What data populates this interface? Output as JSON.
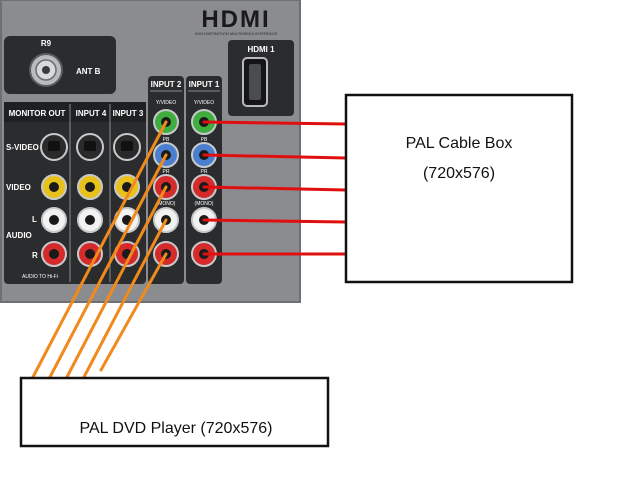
{
  "panel": {
    "hdmi_logo": "HDMI",
    "hdmi_tagline": "HIGH-DEFINITION MULTIMEDIA INTERFACE",
    "hdmi_port_label": "HDMI 1",
    "antenna_port_label": "R9",
    "antenna_label": "ANT B",
    "sections": {
      "monitor_out": "MONITOR OUT",
      "input4": "INPUT 4",
      "input3": "INPUT 3",
      "input2": "INPUT 2",
      "input1": "INPUT 1"
    },
    "yvideo_label": "Y/VIDEO",
    "row_labels": {
      "svideo": "S-VIDEO",
      "video": "VIDEO",
      "audio": "AUDIO",
      "l": "L",
      "r": "R"
    },
    "pb_label": "PB",
    "pr_label": "PR",
    "mono_label": "(MONO)",
    "audio_to_hifi": "AUDIO TO Hi-Fi"
  },
  "devices": {
    "cable_box_name": "PAL Cable Box",
    "cable_box_res": "(720x576)",
    "dvd_player": "PAL DVD Player (720x576)"
  },
  "colors": {
    "panel": "#8a8c8f",
    "panel_dark": "#2b2c2e",
    "cable_red": "#e01010",
    "cable_orange": "#f08a1c",
    "jack_green": "#3fae3f",
    "jack_blue": "#4a7fd0",
    "jack_red": "#d42a2a",
    "jack_white": "#f2f2f2",
    "jack_yellow": "#e8c21a"
  }
}
